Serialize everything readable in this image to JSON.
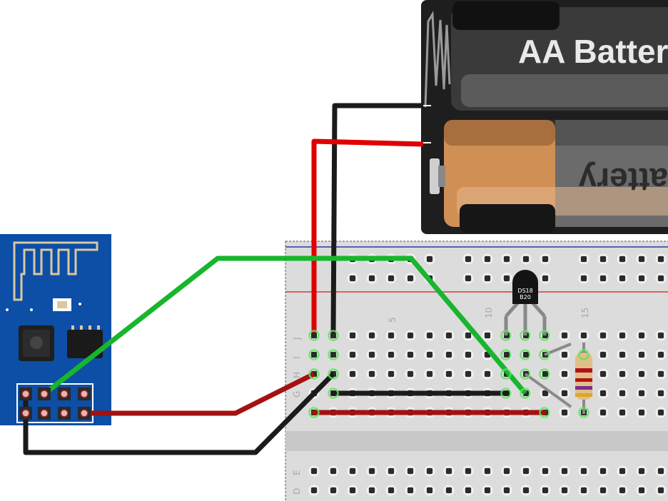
{
  "battery_pack": {
    "label_top": "AA Batter",
    "label_bottom": "attery"
  },
  "sensor": {
    "label_line1": "DS18",
    "label_line2": "B20"
  },
  "breadboard": {
    "column_numbers": [
      "5",
      "10",
      "15"
    ],
    "row_letters": [
      "J",
      "I",
      "H",
      "G",
      "E",
      "D"
    ]
  },
  "colors": {
    "wire_green": "#17b62d",
    "wire_red": "#e00000",
    "wire_dark_red": "#a31111",
    "wire_black": "#1b1b1b",
    "esp_board": "#0d4ea6",
    "breadboard": "#dcdcdc",
    "rail_blue": "#2a3aa0",
    "rail_red": "#d23a3a"
  },
  "icons": [
    "esp8266-module-icon",
    "antenna-trace-icon",
    "battery-pack-icon",
    "ds18b20-sensor-icon",
    "resistor-icon"
  ]
}
